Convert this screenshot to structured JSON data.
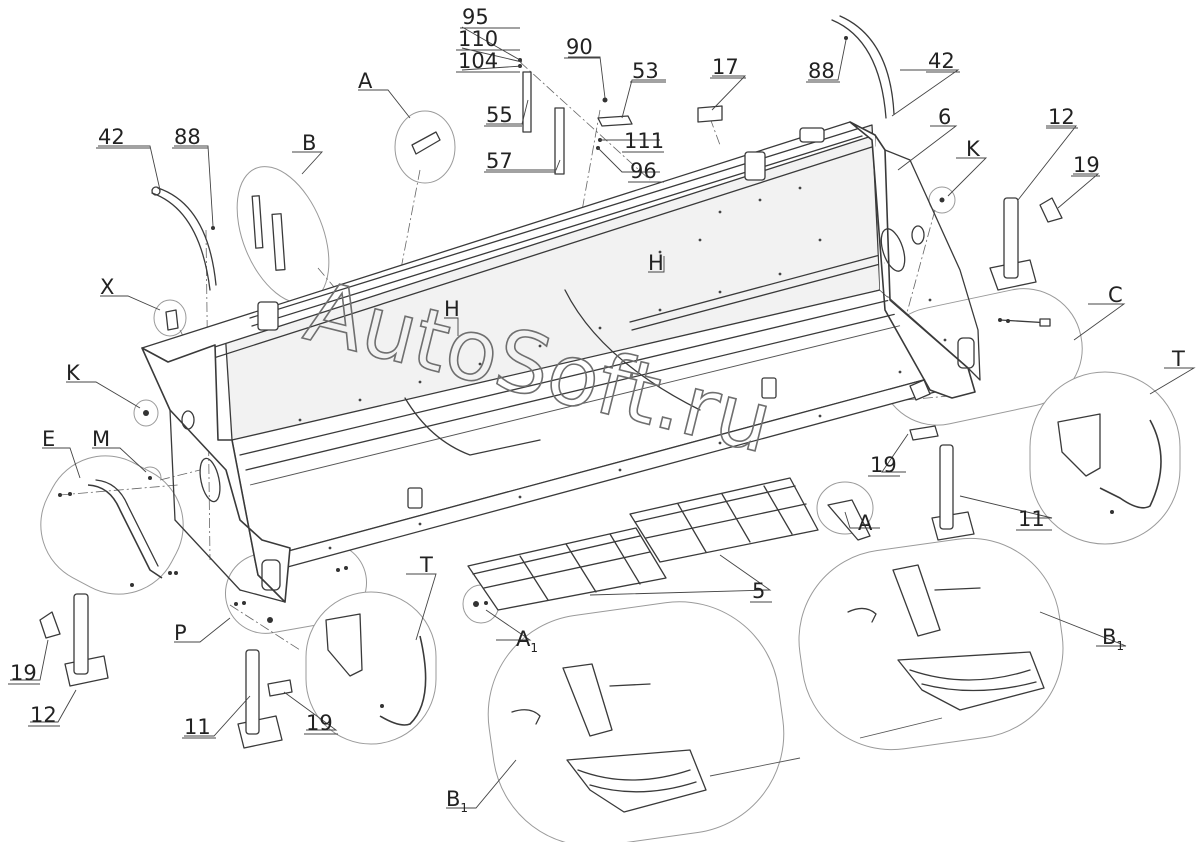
{
  "watermark": "AutoSoft.ru",
  "callouts": [
    {
      "id": "95",
      "text": "95"
    },
    {
      "id": "110",
      "text": "110"
    },
    {
      "id": "104",
      "text": "104"
    },
    {
      "id": "90",
      "text": "90"
    },
    {
      "id": "53",
      "text": "53"
    },
    {
      "id": "55",
      "text": "55"
    },
    {
      "id": "57",
      "text": "57"
    },
    {
      "id": "111",
      "text": "111"
    },
    {
      "id": "96",
      "text": "96"
    },
    {
      "id": "17",
      "text": "17"
    },
    {
      "id": "88-right",
      "text": "88"
    },
    {
      "id": "42-right",
      "text": "42"
    },
    {
      "id": "6",
      "text": "6"
    },
    {
      "id": "12-right",
      "text": "12"
    },
    {
      "id": "19-right",
      "text": "19"
    },
    {
      "id": "K-right",
      "text": "K"
    },
    {
      "id": "42-left",
      "text": "42"
    },
    {
      "id": "88-left",
      "text": "88"
    },
    {
      "id": "B-top",
      "text": "B"
    },
    {
      "id": "A-top",
      "text": "A"
    },
    {
      "id": "H-mid",
      "text": "H"
    },
    {
      "id": "H-left",
      "text": "H"
    },
    {
      "id": "X",
      "text": "X"
    },
    {
      "id": "K-left",
      "text": "K"
    },
    {
      "id": "E",
      "text": "E"
    },
    {
      "id": "M",
      "text": "M"
    },
    {
      "id": "C",
      "text": "C"
    },
    {
      "id": "T-right",
      "text": "T"
    },
    {
      "id": "19-mid",
      "text": "19"
    },
    {
      "id": "11-right",
      "text": "11"
    },
    {
      "id": "A-mid",
      "text": "A"
    },
    {
      "id": "5",
      "text": "5"
    },
    {
      "id": "A1",
      "text": "A",
      "sub": "1"
    },
    {
      "id": "T-left",
      "text": "T"
    },
    {
      "id": "P",
      "text": "P"
    },
    {
      "id": "19-left",
      "text": "19"
    },
    {
      "id": "12-left",
      "text": "12"
    },
    {
      "id": "11-left",
      "text": "11"
    },
    {
      "id": "19-bottom",
      "text": "19"
    },
    {
      "id": "B1-right",
      "text": "B",
      "sub": "1"
    },
    {
      "id": "B1-left",
      "text": "B",
      "sub": "1"
    }
  ]
}
